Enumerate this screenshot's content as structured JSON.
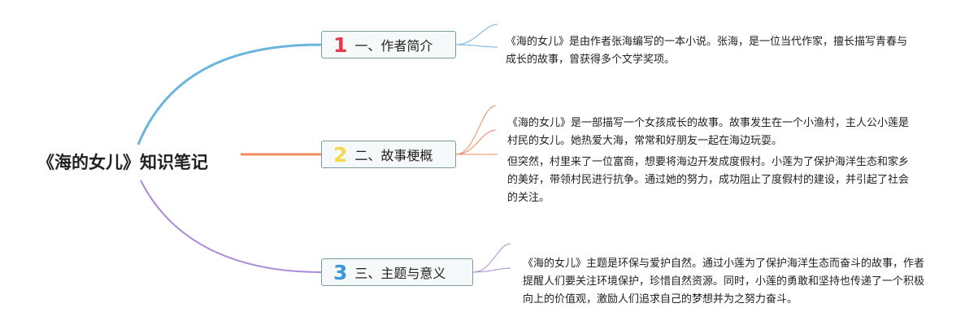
{
  "title": "《海的女儿》知识笔记",
  "branches": [
    {
      "num": "1",
      "color": "#e8364a",
      "label": "一、作者简介",
      "line_color": "#6ab4de"
    },
    {
      "num": "2",
      "color": "#f6d64a",
      "label": "二、故事梗概",
      "line_color": "#ef8b5e"
    },
    {
      "num": "3",
      "color": "#3a98d8",
      "label": "三、主题与意义",
      "line_color": "#a98ad6"
    }
  ],
  "notes": [
    "《海的女儿》是由作者张海编写的一本小说。张海，是一位当代作家，擅长描写青春与成长的故事，曾获得多个文学奖项。",
    "《海的女儿》是一部描写一个女孩成长的故事。故事发生在一个小渔村，主人公小莲是村民的女儿。她热爱大海，常常和好朋友一起在海边玩耍。",
    "但突然，村里来了一位富商，想要将海边开发成度假村。小莲为了保护海洋生态和家乡的美好，带领村民进行抗争。通过她的努力，成功阻止了度假村的建设，并引起了社会的关注。",
    "《海的女儿》主题是环保与爱护自然。通过小莲为了保护海洋生态而奋斗的故事，作者提醒人们要关注环境保护，珍惜自然资源。同时，小莲的勇敢和坚持也传递了一个积极向上的价值观，激励人们追求自己的梦想并为之努力奋斗。"
  ]
}
